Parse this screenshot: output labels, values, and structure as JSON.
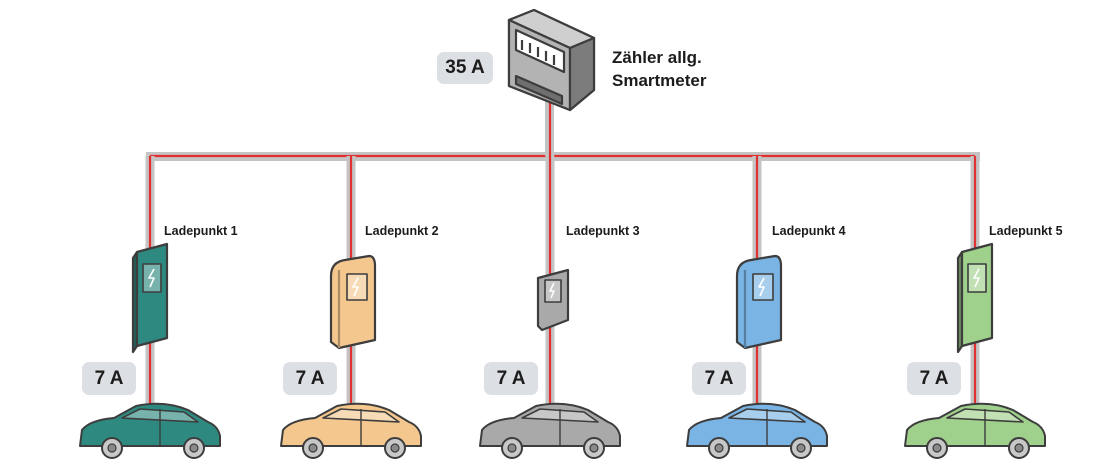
{
  "meter": {
    "badge": "35 A",
    "label_line1": "Zähler allg.",
    "label_line2": "Smartmeter"
  },
  "charging_points": [
    {
      "label": "Ladepunkt 1",
      "current": "7 A",
      "color": "#2e8a80",
      "style": "tall"
    },
    {
      "label": "Ladepunkt 2",
      "current": "7 A",
      "color": "#f3c78e",
      "style": "rounded"
    },
    {
      "label": "Ladepunkt 3",
      "current": "7 A",
      "color": "#a9a9a9",
      "style": "small"
    },
    {
      "label": "Ladepunkt 4",
      "current": "7 A",
      "color": "#79b4e4",
      "style": "rounded"
    },
    {
      "label": "Ladepunkt 5",
      "current": "7 A",
      "color": "#9fd08c",
      "style": "tall"
    }
  ],
  "colors": {
    "cable_red": "#e03030",
    "cable_gray": "#c4c4c4",
    "badge_bg": "#dcdfe3",
    "outline": "#3d3d3d"
  },
  "icons": [
    "electricity-meter-icon",
    "wallbox-icon",
    "lightning-icon",
    "car-icon"
  ]
}
